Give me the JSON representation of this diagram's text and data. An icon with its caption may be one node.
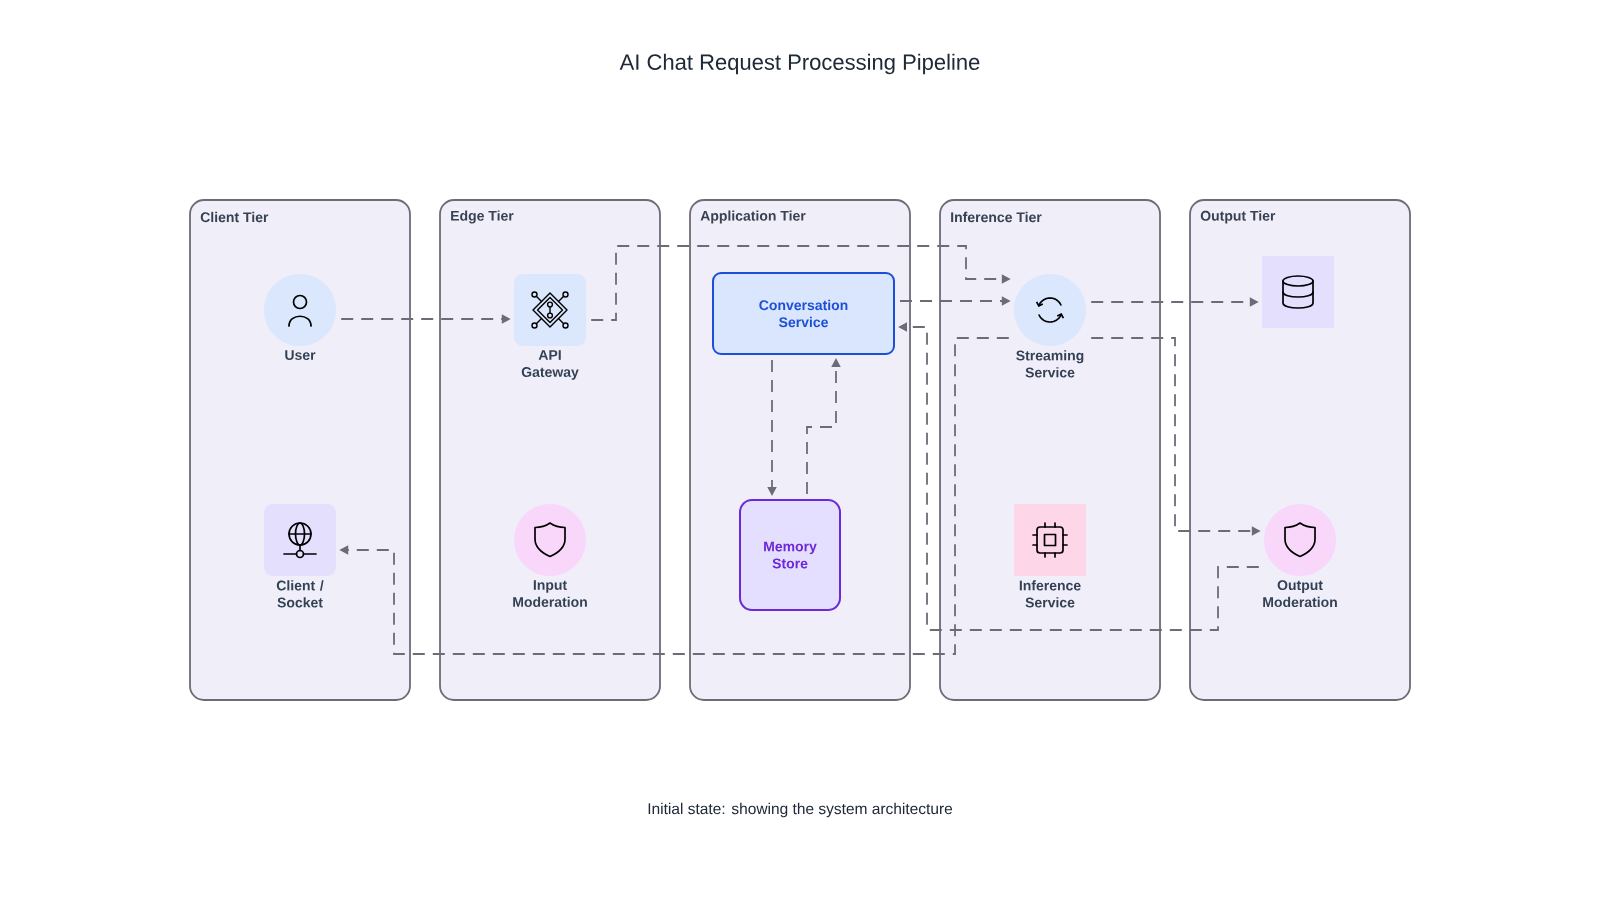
{
  "diagram": {
    "title": "AI Chat Request Processing Pipeline",
    "caption": "Initial state: showing the system architecture",
    "nodes": [
      {
        "text": [
          "Client Tier"
        ]
      },
      {
        "text": [
          "User"
        ],
        "in": 0
      },
      {
        "text": [
          "Client / Socket"
        ],
        "in": 0
      },
      {
        "text": [
          "Edge Tier"
        ]
      },
      {
        "text": [
          "API Gateway"
        ],
        "in": 3
      },
      {
        "text": [
          "Input Moderation"
        ],
        "in": 3
      },
      {
        "text": [
          "Application Tier"
        ]
      },
      {
        "text": [
          "Conversation Service"
        ],
        "in": 6
      },
      {
        "text": [
          "Memory Store"
        ],
        "in": 6
      },
      {
        "text": [
          "Inference Tier"
        ]
      },
      {
        "text": [
          "Streaming Service"
        ],
        "in": 9
      },
      {
        "text": [
          "Inference Service"
        ],
        "in": 9
      },
      {
        "text": [
          "Output Tier"
        ]
      },
      {
        "text": [],
        "shape": "box",
        "in": 12
      },
      {
        "text": [
          "Output Moderation"
        ],
        "in": 12
      }
    ],
    "edges": [
      {
        "from": 1,
        "to": 4,
        "arrow": "to",
        "style": "dashed"
      },
      {
        "from": 4,
        "to": 10,
        "arrow": "to",
        "style": "dashed"
      },
      {
        "from": 7,
        "to": 10,
        "arrow": "to",
        "style": "dashed"
      },
      {
        "from": 7,
        "to": 8,
        "arrow": "to",
        "style": "dashed"
      },
      {
        "from": 8,
        "to": 7,
        "arrow": "to",
        "style": "dashed"
      },
      {
        "from": 10,
        "to": 13,
        "arrow": "to",
        "style": "dashed"
      },
      {
        "from": 10,
        "to": 14,
        "arrow": "to",
        "style": "dashed"
      },
      {
        "from": 10,
        "to": 2,
        "arrow": "to",
        "style": "dashed"
      },
      {
        "from": 14,
        "to": 7,
        "arrow": "to",
        "style": "dashed"
      }
    ]
  }
}
